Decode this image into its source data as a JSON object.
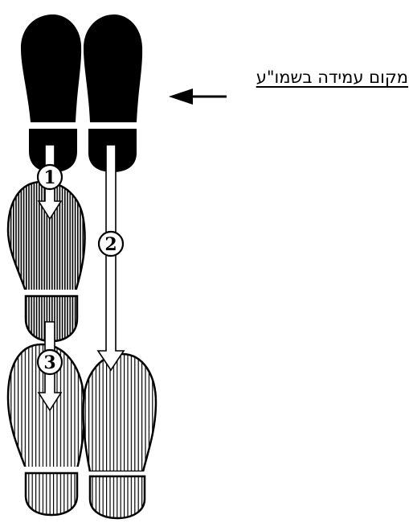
{
  "caption": "מקום עמידה בשמו\"ע",
  "steps": [
    {
      "number": "1"
    },
    {
      "number": "2"
    },
    {
      "number": "3"
    }
  ],
  "colors": {
    "ink": "#000000",
    "paper": "#ffffff",
    "hatch": "#000000"
  },
  "icons": {
    "start_left": "solid-left-footprint",
    "start_right": "solid-right-footprint",
    "mid_left": "hatched-left-footprint",
    "end_left": "light-hatched-left-footprint",
    "end_right": "light-hatched-right-footprint",
    "pointer": "left-pointing-arrow"
  }
}
